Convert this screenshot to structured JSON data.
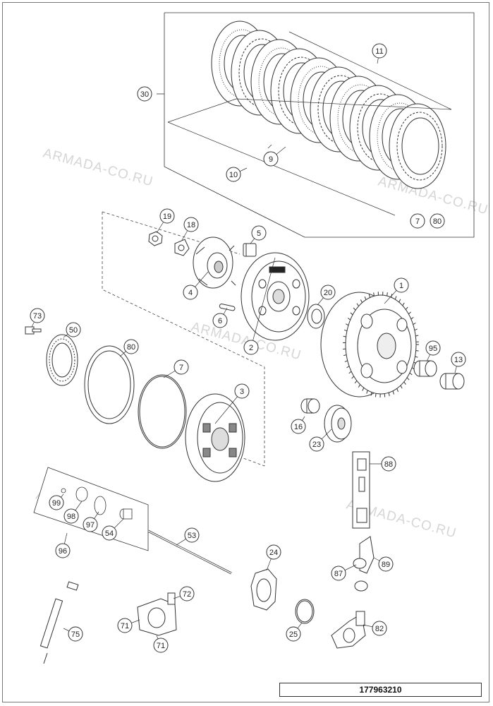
{
  "watermark_text": "ARMADA-CO.RU",
  "document_number": "177963210",
  "callout_labels": [
    "1",
    "2",
    "3",
    "4",
    "5",
    "6",
    "7",
    "9",
    "10",
    "11",
    "13",
    "16",
    "18",
    "19",
    "20",
    "23",
    "24",
    "25",
    "30",
    "50",
    "53",
    "54",
    "71",
    "72",
    "73",
    "75",
    "80",
    "82",
    "87",
    "88",
    "89",
    "95",
    "96",
    "97",
    "98",
    "99"
  ]
}
